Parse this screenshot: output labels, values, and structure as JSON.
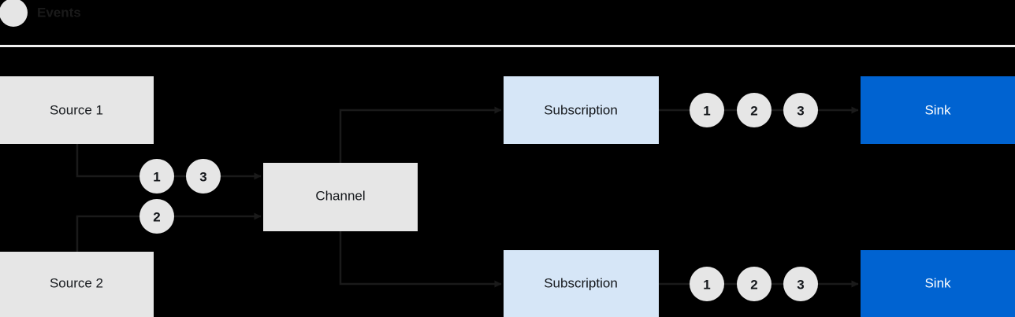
{
  "legend": {
    "icon": "event-circle-icon",
    "label": "Events",
    "circle_color": "#e5e5e5",
    "text_color": "#1a1a1a"
  },
  "divider": {
    "color": "#f0f0f0"
  },
  "colors": {
    "background": "#000000",
    "source_fill": "#e6e6e6",
    "channel_fill": "#e6e6e6",
    "subscription_fill": "#d6e6f7",
    "sink_fill": "#0063d1",
    "badge_fill": "#e6e6e6",
    "line": "#1a1a1a",
    "node_text": "#15181c",
    "sink_text": "#ffffff"
  },
  "nodes": {
    "source1": {
      "label": "Source 1"
    },
    "source2": {
      "label": "Source 2"
    },
    "channel": {
      "label": "Channel"
    },
    "subscription_top": {
      "label": "Subscription"
    },
    "subscription_bottom": {
      "label": "Subscription"
    },
    "sink_top": {
      "label": "Sink"
    },
    "sink_bottom": {
      "label": "Sink"
    }
  },
  "badges": {
    "source1_line": [
      "1",
      "3"
    ],
    "source2_line": [
      "2"
    ],
    "subscription_top_to_sink": [
      "1",
      "2",
      "3"
    ],
    "subscription_bottom_to_sink": [
      "1",
      "2",
      "3"
    ]
  }
}
